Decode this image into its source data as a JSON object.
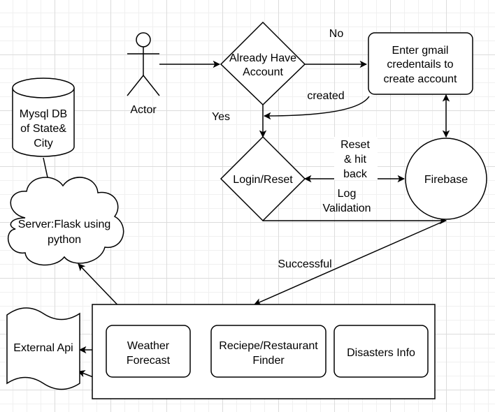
{
  "diagram": {
    "nodes": {
      "actor": "Actor",
      "already_have_line1": "Already Have",
      "already_have_line2": "Account",
      "gmail_line1": "Enter gmail",
      "gmail_line2": "credentails to",
      "gmail_line3": "create account",
      "mysql_line1": "Mysql DB",
      "mysql_line2": "of State&",
      "mysql_line3": "City",
      "login_reset": "Login/Reset",
      "firebase": "Firebase",
      "server_line1": "Server:Flask using",
      "server_line2": "python",
      "external_api": "External Api",
      "weather_line1": "Weather",
      "weather_line2": "Forecast",
      "recipe_line1": "Reciepe/Restaurant",
      "recipe_line2": "Finder",
      "disasters": "Disasters Info"
    },
    "edges": {
      "no": "No",
      "yes": "Yes",
      "created": "created",
      "reset_line1": "Reset",
      "reset_line2": "& hit",
      "reset_line3": "back",
      "log_line1": "Log",
      "log_line2": "Validation",
      "successful": "Successful"
    }
  }
}
